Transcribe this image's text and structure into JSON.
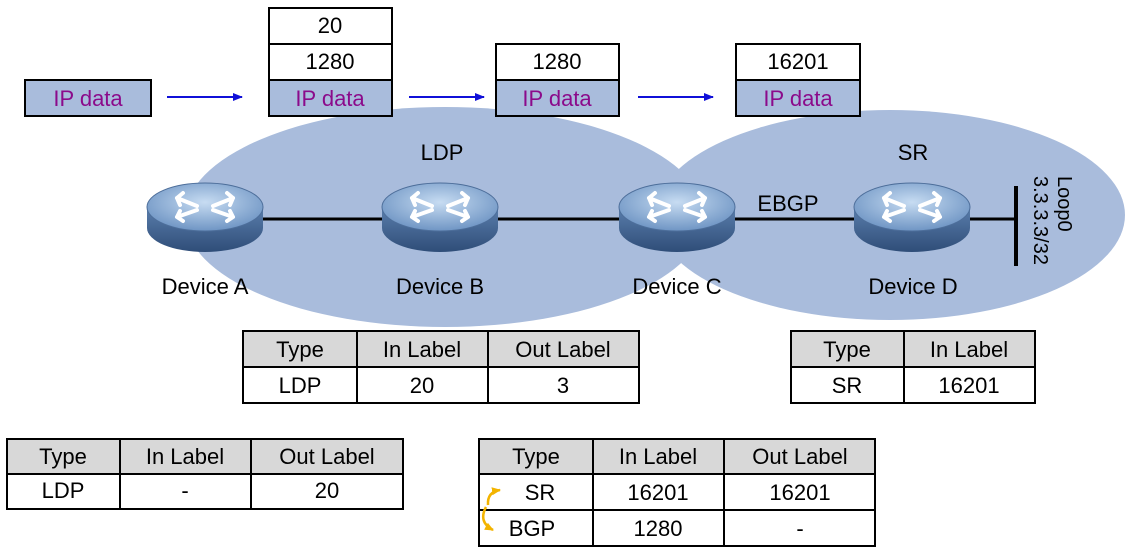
{
  "packets": {
    "stage1": {
      "payload": "IP data"
    },
    "stage2": {
      "labels": [
        "20",
        "1280"
      ],
      "payload": "IP data"
    },
    "stage3": {
      "labels": [
        "1280"
      ],
      "payload": "IP data"
    },
    "stage4": {
      "labels": [
        "16201"
      ],
      "payload": "IP data"
    }
  },
  "domains": {
    "ldp": "LDP",
    "sr": "SR"
  },
  "link_label": "EBGP",
  "loopback": {
    "name": "Loop0",
    "address": "3.3.3.3/32"
  },
  "devices": [
    {
      "name": "Device A"
    },
    {
      "name": "Device B"
    },
    {
      "name": "Device C"
    },
    {
      "name": "Device D"
    }
  ],
  "tables": {
    "device_b": {
      "headers": [
        "Type",
        "In Label",
        "Out Label"
      ],
      "rows": [
        [
          "LDP",
          "20",
          "3"
        ]
      ]
    },
    "device_d": {
      "headers": [
        "Type",
        "In Label"
      ],
      "rows": [
        [
          "SR",
          "16201"
        ]
      ]
    },
    "device_a": {
      "headers": [
        "Type",
        "In Label",
        "Out Label"
      ],
      "rows": [
        [
          "LDP",
          "-",
          "20"
        ]
      ]
    },
    "device_c": {
      "headers": [
        "Type",
        "In Label",
        "Out Label"
      ],
      "rows": [
        [
          "SR",
          "16201",
          "16201"
        ],
        [
          "BGP",
          "1280",
          "-"
        ]
      ]
    }
  },
  "colors": {
    "domain_fill": "#a9bcdc",
    "payload_fill": "#a9bcdc",
    "payload_text": "#8b0a8b",
    "arrow": "#1010d8",
    "router_body": "#4d6e9a",
    "router_top": "#8eb0d6",
    "stitch_arrow": "#f3b400",
    "table_header": "#d8d8d8"
  }
}
